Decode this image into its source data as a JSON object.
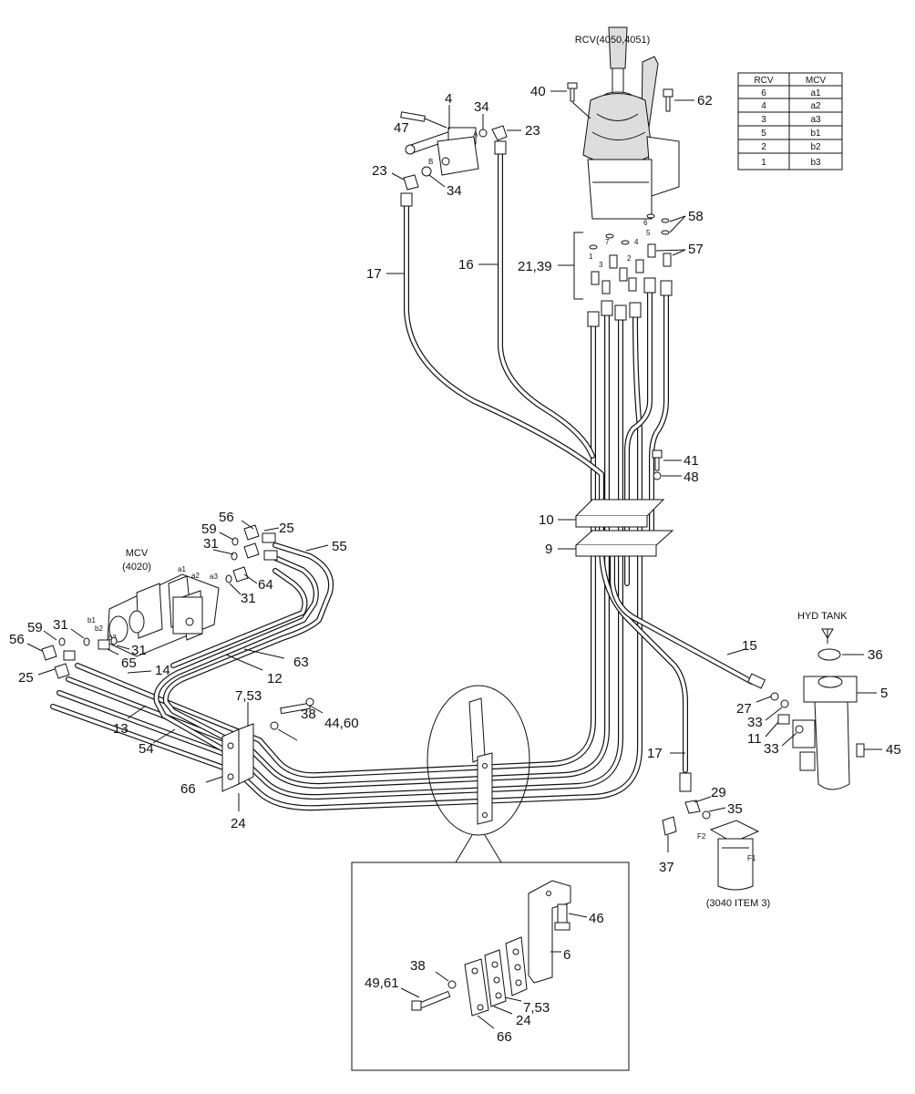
{
  "title": {
    "rcv": "RCV(4050,4051)",
    "mcv_line1": "MCV",
    "mcv_line2": "(4020)",
    "hyd_tank": "HYD TANK",
    "filter_ref": "(3040 ITEM 3)"
  },
  "table": {
    "headers": [
      "RCV",
      "MCV"
    ],
    "rows": [
      [
        "6",
        "a1"
      ],
      [
        "4",
        "a2"
      ],
      [
        "3",
        "a3"
      ],
      [
        "5",
        "b1"
      ],
      [
        "2",
        "b2"
      ],
      [
        "1",
        "b3"
      ]
    ]
  },
  "callouts": {
    "c40": "40",
    "c62": "62",
    "c4": "4",
    "c47": "47",
    "c34a": "34",
    "c23a": "23",
    "c23b": "23",
    "c34b": "34",
    "c58": "58",
    "c57": "57",
    "c2139": "21,39",
    "c17a": "17",
    "c16": "16",
    "c41": "41",
    "c48": "48",
    "c10": "10",
    "c9": "9",
    "c56a": "56",
    "c25a": "25",
    "c59a": "59",
    "c31a": "31",
    "c55": "55",
    "c64": "64",
    "c31b": "31",
    "c59b": "59",
    "c31c": "31",
    "c56b": "56",
    "c65": "65",
    "c31d": "31",
    "c25b": "25",
    "c14": "14",
    "c63": "63",
    "c12": "12",
    "c13": "13",
    "c753a": "7,53",
    "c4460": "44,60",
    "c38a": "38",
    "c54": "54",
    "c66a": "66",
    "c24a": "24",
    "c15": "15",
    "c36": "36",
    "c5": "5",
    "c27": "27",
    "c33a": "33",
    "c11": "11",
    "c33b": "33",
    "c45": "45",
    "c17b": "17",
    "c29": "29",
    "c35": "35",
    "c37": "37",
    "c46": "46",
    "c6": "6",
    "c38b": "38",
    "c4961": "49,61",
    "c753b": "7,53",
    "c24b": "24",
    "c66b": "66"
  },
  "port_labels": {
    "a": "A",
    "b": "B",
    "f1": "F1",
    "f2": "F2",
    "a1": "a1",
    "a2": "a2",
    "a3": "a3",
    "b1": "b1",
    "b2": "b2",
    "b3": "b3",
    "p1": "1",
    "p2": "2",
    "p3": "3",
    "p4": "4",
    "p5": "5",
    "p6": "6",
    "p7": "7"
  }
}
